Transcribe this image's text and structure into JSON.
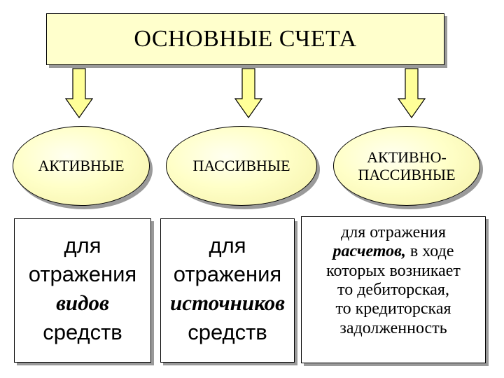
{
  "title": "ОСНОВНЫЕ СЧЕТА",
  "colors": {
    "box_fill": "#ffffcc",
    "oval_fill": "#ffffc8",
    "arrow_fill": "#ffff99",
    "shadow": "#9a9a9a",
    "border": "#000000"
  },
  "categories": [
    {
      "label_lines": [
        "АКТИВНЫЕ"
      ],
      "description_lines": [
        "для",
        "отражения",
        "видов",
        "средств"
      ],
      "emphasis": "видов"
    },
    {
      "label_lines": [
        "ПАССИВНЫЕ"
      ],
      "description_lines": [
        "для",
        "отражения",
        "источников",
        "средств"
      ],
      "emphasis": "источников"
    },
    {
      "label_lines": [
        "АКТИВНО-",
        "ПАССИВНЫЕ"
      ],
      "description": {
        "line1": "для отражения",
        "line2_emphasis": "расчетов,",
        "line2_rest": " в ходе",
        "line3": "которых возникает",
        "line4": "то дебиторская,",
        "line5": "то кредиторская",
        "line6": "задолженность"
      }
    }
  ]
}
